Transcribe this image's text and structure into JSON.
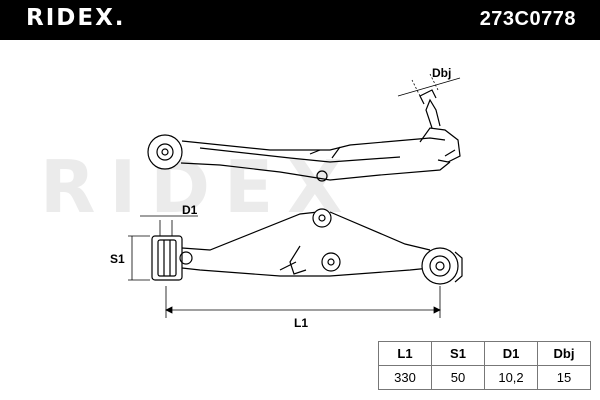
{
  "header": {
    "brand": "RIDEX.",
    "part_number": "273C0778"
  },
  "watermark": "RIDEX",
  "dimension_labels": {
    "dbj": "Dbj",
    "d1": "D1",
    "s1": "S1",
    "l1": "L1"
  },
  "spec_table": {
    "headers": [
      "L1",
      "S1",
      "D1",
      "Dbj"
    ],
    "values": [
      "330",
      "50",
      "10,2",
      "15"
    ]
  }
}
